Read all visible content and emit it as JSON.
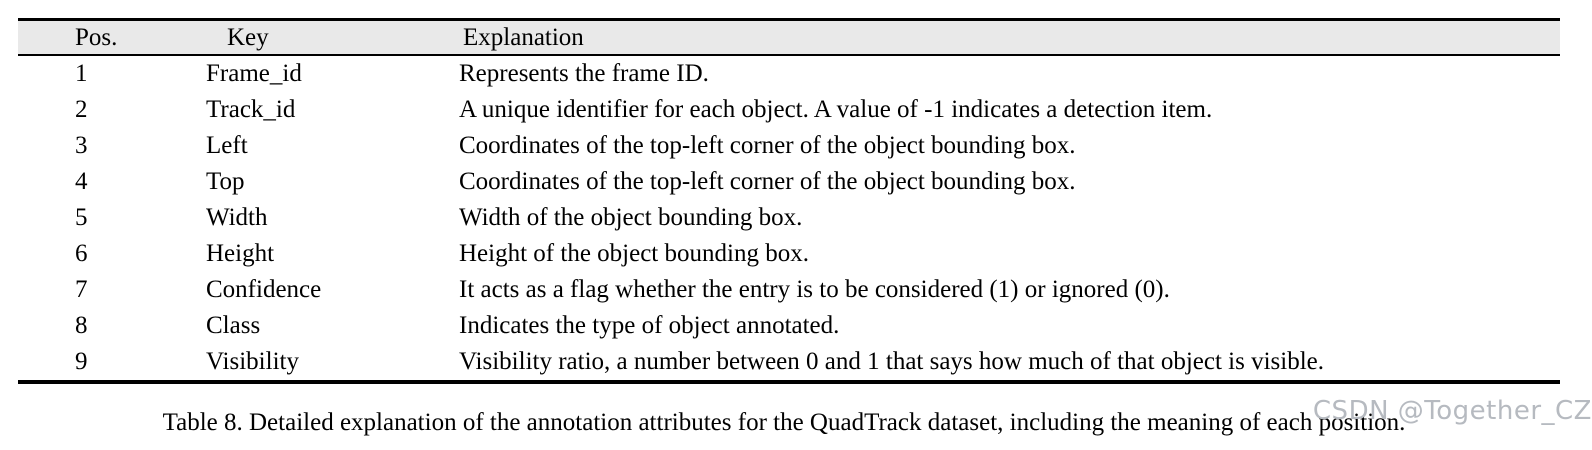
{
  "table": {
    "columns": [
      "Pos.",
      "Key",
      "Explanation"
    ],
    "rows": [
      {
        "pos": "1",
        "key": "Frame_id",
        "explanation": "Represents the frame ID."
      },
      {
        "pos": "2",
        "key": "Track_id",
        "explanation": "A unique identifier for each object. A value of -1 indicates a detection item."
      },
      {
        "pos": "3",
        "key": "Left",
        "explanation": "Coordinates of the top-left corner of the object bounding box."
      },
      {
        "pos": "4",
        "key": "Top",
        "explanation": "Coordinates of the top-left corner of the object bounding box."
      },
      {
        "pos": "5",
        "key": "Width",
        "explanation": "Width of the object bounding box."
      },
      {
        "pos": "6",
        "key": "Height",
        "explanation": "Height of the object bounding box."
      },
      {
        "pos": "7",
        "key": "Confidence",
        "explanation": "It acts as a flag whether the entry is to be considered (1) or ignored (0)."
      },
      {
        "pos": "8",
        "key": "Class",
        "explanation": "Indicates the type of object annotated."
      },
      {
        "pos": "9",
        "key": "Visibility",
        "explanation": "Visibility ratio, a number between 0 and 1 that says how much of that object is visible."
      }
    ]
  },
  "caption": "Table 8. Detailed explanation of the annotation attributes for the QuadTrack dataset, including the meaning of each position.",
  "watermark": "CSDN @Together_CZ",
  "colors": {
    "header_bg": "#e9e9e9",
    "rule": "#000000",
    "text": "#000000",
    "watermark": "#b6bac0"
  }
}
